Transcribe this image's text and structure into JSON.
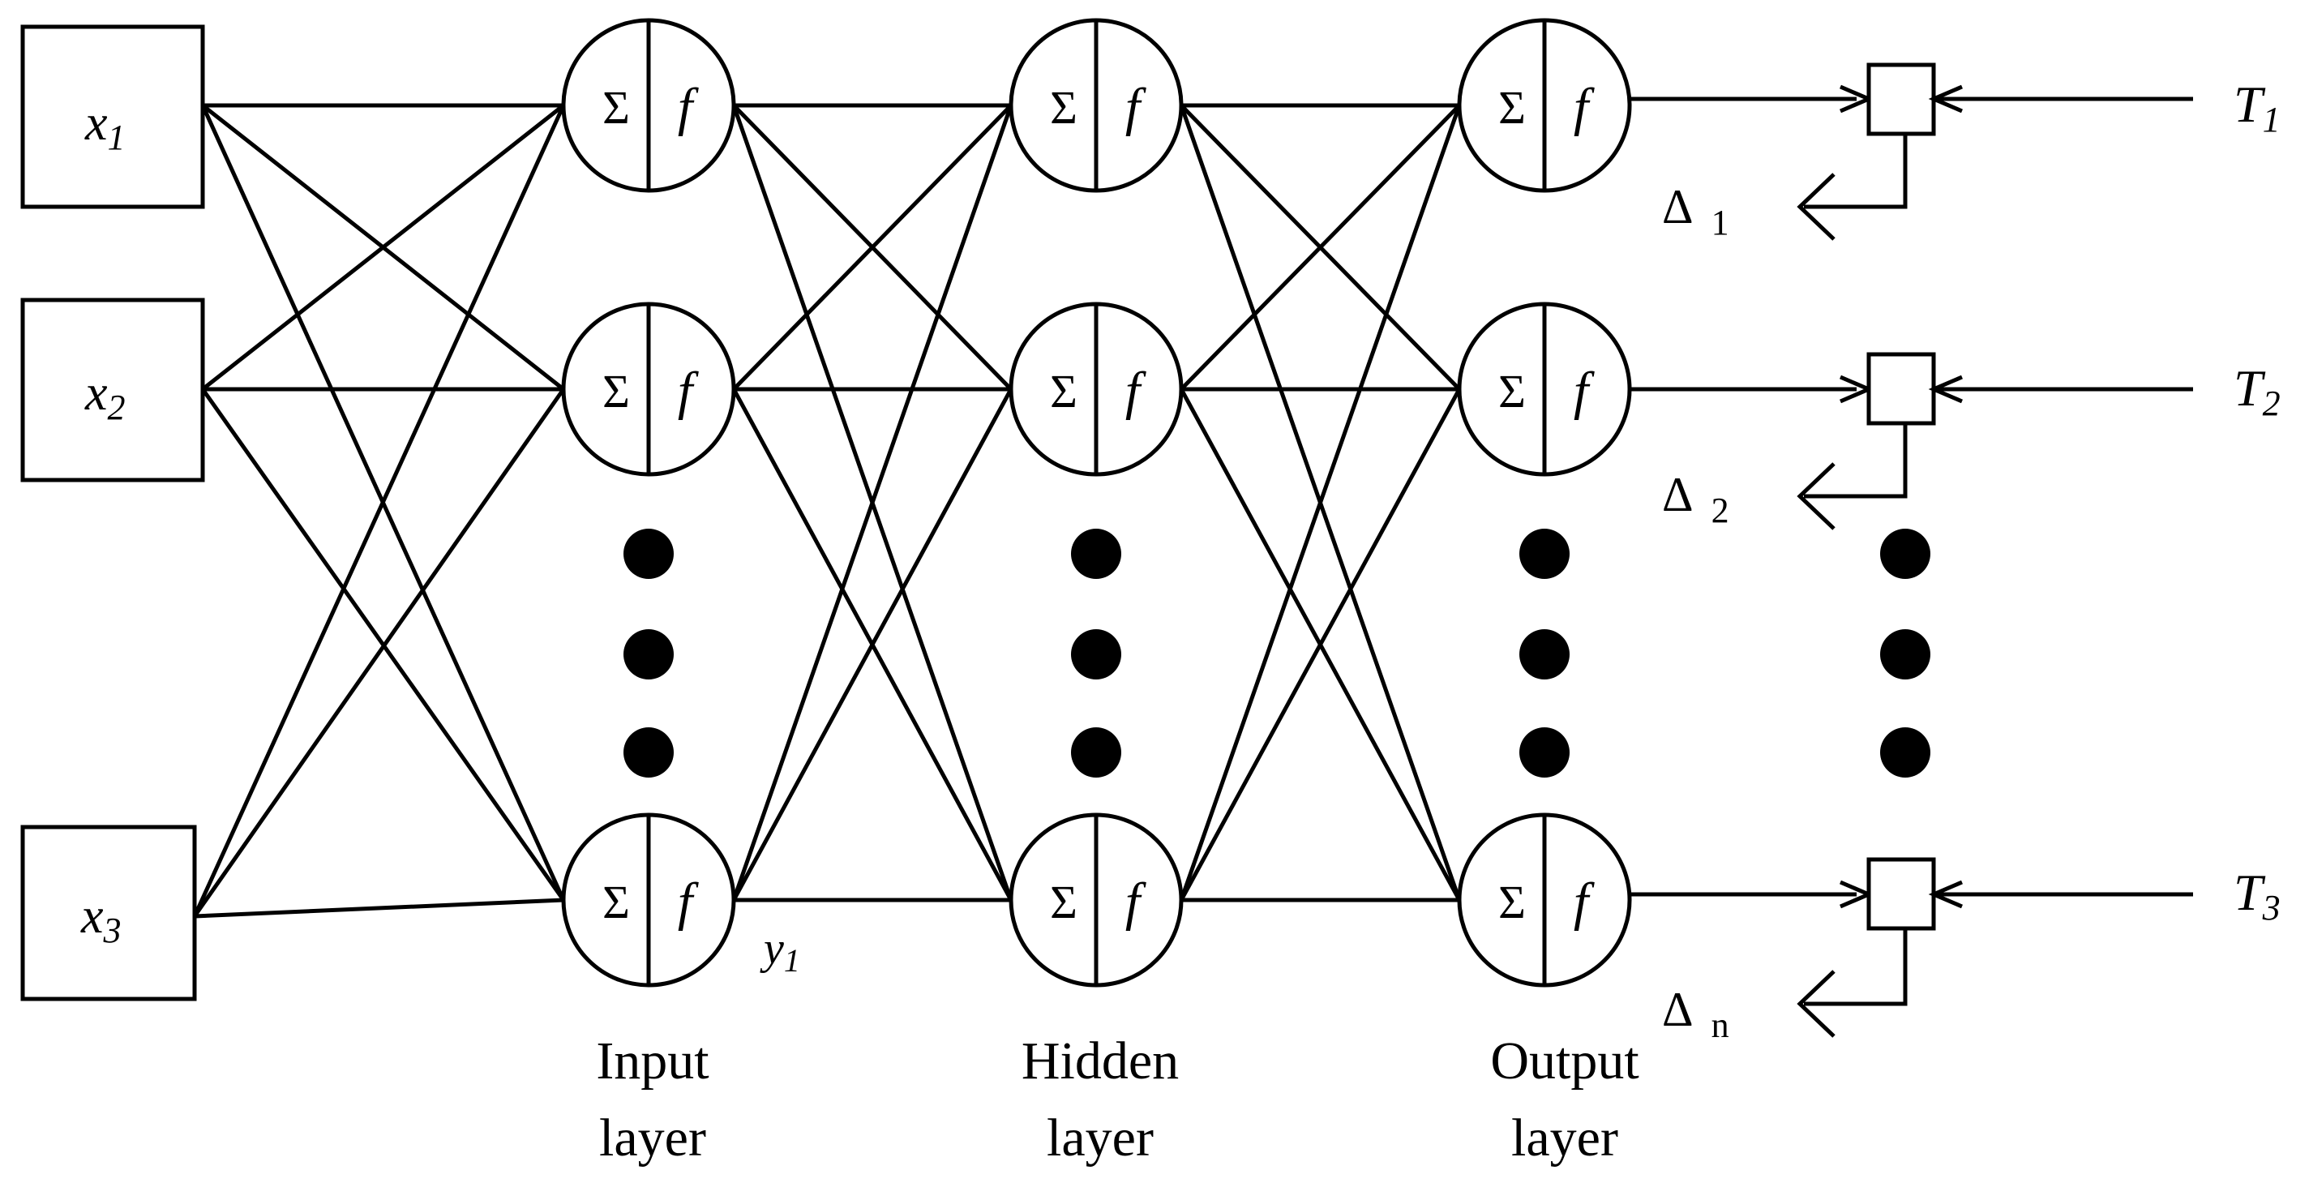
{
  "inputs": [
    {
      "var": "x",
      "sub": "1"
    },
    {
      "var": "x",
      "sub": "2"
    },
    {
      "var": "x",
      "sub": "3"
    }
  ],
  "neuron": {
    "sum_symbol": "Σ",
    "func_symbol": "f"
  },
  "output_label": {
    "var": "y",
    "sub": "1"
  },
  "layers": [
    {
      "line1": "Input",
      "line2": "layer"
    },
    {
      "line1": "Hidden",
      "line2": "layer"
    },
    {
      "line1": "Output",
      "line2": "layer"
    }
  ],
  "targets": [
    {
      "var": "T",
      "sub": "1"
    },
    {
      "var": "T",
      "sub": "2"
    },
    {
      "var": "T",
      "sub": "3"
    }
  ],
  "errors": [
    {
      "symbol": "Δ",
      "sub": "1"
    },
    {
      "symbol": "Δ",
      "sub": "2"
    },
    {
      "symbol": "Δ",
      "sub": "n"
    }
  ],
  "colors": {
    "stroke": "#000000",
    "background": "#ffffff"
  }
}
